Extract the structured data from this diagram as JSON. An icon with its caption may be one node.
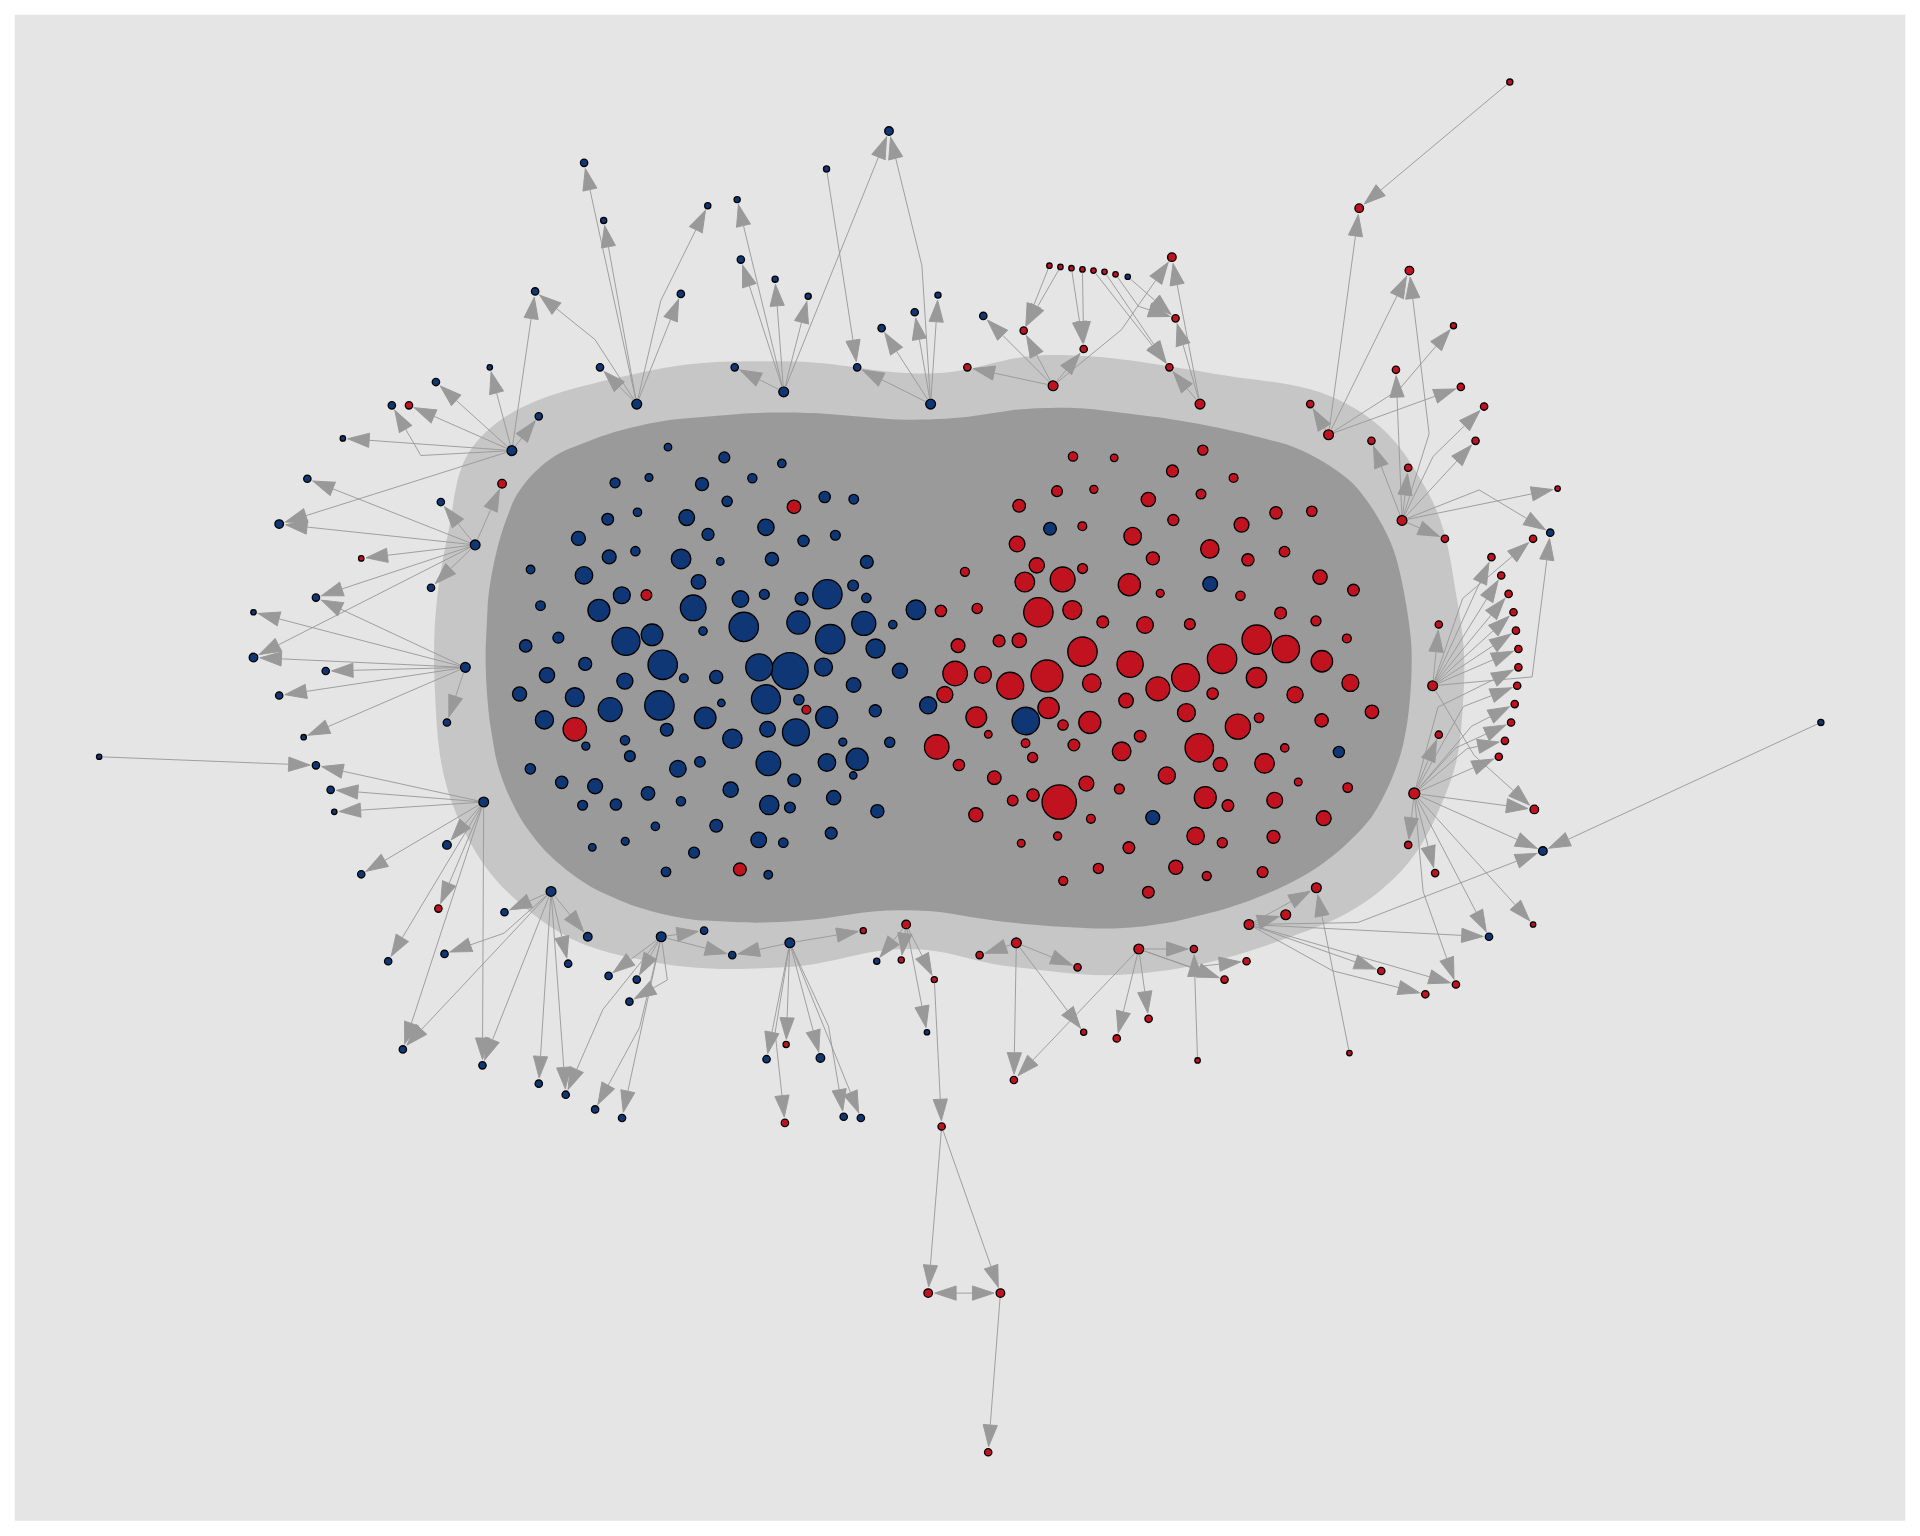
{
  "diagram": {
    "nodes": [
      {
        "text": [],
        "shape": "circle"
      },
      {
        "text": [],
        "shape": "circle"
      },
      {
        "text": [],
        "shape": "circle"
      },
      {
        "text": [],
        "shape": "circle"
      },
      {
        "text": [],
        "shape": "circle"
      },
      {
        "text": [],
        "shape": "circle"
      },
      {
        "text": [],
        "shape": "circle"
      },
      {
        "text": [],
        "shape": "circle"
      },
      {
        "text": [],
        "shape": "circle"
      },
      {
        "text": [],
        "shape": "circle"
      },
      {
        "text": [],
        "shape": "circle"
      },
      {
        "text": [],
        "shape": "circle"
      },
      {
        "text": [],
        "shape": "circle"
      },
      {
        "text": [],
        "shape": "circle"
      },
      {
        "text": [],
        "shape": "circle"
      },
      {
        "text": [],
        "shape": "circle"
      },
      {
        "text": [],
        "shape": "circle"
      },
      {
        "text": [],
        "shape": "circle"
      },
      {
        "text": [],
        "shape": "circle"
      },
      {
        "text": [],
        "shape": "circle"
      },
      {
        "text": [],
        "shape": "circle"
      },
      {
        "text": [],
        "shape": "circle"
      },
      {
        "text": [],
        "shape": "circle"
      },
      {
        "text": [],
        "shape": "circle"
      },
      {
        "text": [],
        "shape": "circle"
      },
      {
        "text": [],
        "shape": "circle"
      },
      {
        "text": [],
        "shape": "circle"
      },
      {
        "text": [],
        "shape": "circle"
      },
      {
        "text": [],
        "shape": "circle"
      },
      {
        "text": [],
        "shape": "circle"
      },
      {
        "text": [],
        "shape": "circle"
      },
      {
        "text": [],
        "shape": "circle"
      },
      {
        "text": [],
        "shape": "circle"
      },
      {
        "text": [],
        "shape": "circle"
      },
      {
        "text": [],
        "shape": "circle"
      },
      {
        "text": [],
        "shape": "circle"
      },
      {
        "text": [],
        "shape": "circle"
      },
      {
        "text": [],
        "shape": "circle"
      },
      {
        "text": [],
        "shape": "circle"
      },
      {
        "text": [],
        "shape": "circle"
      },
      {
        "text": [],
        "shape": "circle"
      },
      {
        "text": [],
        "shape": "circle"
      },
      {
        "text": [],
        "shape": "circle"
      },
      {
        "text": [],
        "shape": "circle"
      },
      {
        "text": [],
        "shape": "circle"
      },
      {
        "text": [],
        "shape": "circle"
      },
      {
        "text": [],
        "shape": "circle"
      },
      {
        "text": [],
        "shape": "circle"
      },
      {
        "text": [],
        "shape": "circle"
      },
      {
        "text": [],
        "shape": "circle"
      },
      {
        "text": [],
        "shape": "circle"
      },
      {
        "text": [],
        "shape": "circle"
      },
      {
        "text": [],
        "shape": "circle"
      },
      {
        "text": [],
        "shape": "circle"
      },
      {
        "text": [],
        "shape": "circle"
      },
      {
        "text": [],
        "shape": "circle"
      },
      {
        "text": [],
        "shape": "circle"
      },
      {
        "text": [],
        "shape": "circle"
      },
      {
        "text": [],
        "shape": "circle"
      },
      {
        "text": [],
        "shape": "circle"
      },
      {
        "text": [],
        "shape": "circle"
      },
      {
        "text": [],
        "shape": "circle"
      },
      {
        "text": [],
        "shape": "circle"
      },
      {
        "text": [],
        "shape": "circle"
      },
      {
        "text": [],
        "shape": "circle"
      },
      {
        "text": [],
        "shape": "circle"
      },
      {
        "text": [],
        "shape": "circle"
      },
      {
        "text": [],
        "shape": "circle"
      },
      {
        "text": [],
        "shape": "circle"
      },
      {
        "text": [],
        "shape": "circle"
      },
      {
        "text": [],
        "shape": "circle"
      },
      {
        "text": [],
        "shape": "circle"
      },
      {
        "text": [],
        "shape": "circle"
      },
      {
        "text": [],
        "shape": "circle"
      },
      {
        "text": [],
        "shape": "circle"
      },
      {
        "text": [],
        "shape": "circle"
      },
      {
        "text": [],
        "shape": "circle"
      },
      {
        "text": [],
        "shape": "circle"
      },
      {
        "text": [],
        "shape": "circle"
      },
      {
        "text": [],
        "shape": "circle"
      },
      {
        "text": [],
        "shape": "circle"
      },
      {
        "text": [],
        "shape": "circle"
      },
      {
        "text": [],
        "shape": "circle"
      },
      {
        "text": [],
        "shape": "circle"
      },
      {
        "text": [],
        "shape": "circle"
      },
      {
        "text": [],
        "shape": "circle"
      },
      {
        "text": [],
        "shape": "circle"
      },
      {
        "text": [],
        "shape": "circle"
      },
      {
        "text": [],
        "shape": "circle"
      },
      {
        "text": [],
        "shape": "circle"
      },
      {
        "text": [],
        "shape": "circle"
      },
      {
        "text": [],
        "shape": "circle"
      },
      {
        "text": [],
        "shape": "circle"
      },
      {
        "text": [],
        "shape": "circle"
      },
      {
        "text": [],
        "shape": "circle"
      },
      {
        "text": [],
        "shape": "circle"
      },
      {
        "text": [],
        "shape": "circle"
      },
      {
        "text": [],
        "shape": "circle"
      },
      {
        "text": [],
        "shape": "circle"
      },
      {
        "text": [],
        "shape": "circle"
      },
      {
        "text": [],
        "shape": "circle"
      },
      {
        "text": [],
        "shape": "circle"
      },
      {
        "text": [],
        "shape": "circle"
      },
      {
        "text": [],
        "shape": "circle"
      },
      {
        "text": [],
        "shape": "circle"
      },
      {
        "text": [],
        "shape": "circle"
      },
      {
        "text": [],
        "shape": "circle"
      },
      {
        "text": [],
        "shape": "circle"
      },
      {
        "text": [],
        "shape": "circle"
      },
      {
        "text": [],
        "shape": "circle"
      },
      {
        "text": [],
        "shape": "circle"
      },
      {
        "text": [],
        "shape": "circle"
      },
      {
        "text": [],
        "shape": "circle"
      },
      {
        "text": [],
        "shape": "circle"
      },
      {
        "text": [],
        "shape": "circle"
      },
      {
        "text": [],
        "shape": "circle"
      },
      {
        "text": [],
        "shape": "circle"
      },
      {
        "text": [],
        "shape": "circle"
      },
      {
        "text": [],
        "shape": "circle"
      },
      {
        "text": [],
        "shape": "circle"
      },
      {
        "text": [],
        "shape": "circle"
      },
      {
        "text": [],
        "shape": "circle"
      },
      {
        "text": [],
        "shape": "circle"
      },
      {
        "text": [],
        "shape": "circle"
      },
      {
        "text": [],
        "shape": "circle"
      },
      {
        "text": [],
        "shape": "circle"
      },
      {
        "text": [],
        "shape": "circle"
      },
      {
        "text": [],
        "shape": "circle"
      },
      {
        "text": [],
        "shape": "circle"
      },
      {
        "text": [],
        "shape": "circle"
      },
      {
        "text": [],
        "shape": "circle"
      },
      {
        "text": [],
        "shape": "circle"
      },
      {
        "text": [],
        "shape": "circle"
      },
      {
        "text": [],
        "shape": "circle"
      },
      {
        "text": [],
        "shape": "circle"
      },
      {
        "text": [],
        "shape": "circle"
      },
      {
        "text": [],
        "shape": "circle"
      },
      {
        "text": [],
        "shape": "circle"
      },
      {
        "text": [],
        "shape": "circle"
      },
      {
        "text": [],
        "shape": "circle"
      },
      {
        "text": [],
        "shape": "circle"
      },
      {
        "text": [],
        "shape": "circle"
      },
      {
        "text": [],
        "shape": "circle"
      },
      {
        "text": [],
        "shape": "circle"
      },
      {
        "text": [],
        "shape": "circle"
      },
      {
        "text": [],
        "shape": "circle"
      },
      {
        "text": [],
        "shape": "circle"
      },
      {
        "text": [],
        "shape": "circle"
      },
      {
        "text": [],
        "shape": "circle"
      },
      {
        "text": [],
        "shape": "circle"
      },
      {
        "text": [],
        "shape": "circle"
      },
      {
        "text": [],
        "shape": "circle"
      },
      {
        "text": [],
        "shape": "circle"
      },
      {
        "text": [],
        "shape": "circle"
      },
      {
        "text": [],
        "shape": "circle"
      },
      {
        "text": [],
        "shape": "circle"
      },
      {
        "text": [],
        "shape": "circle"
      },
      {
        "text": [],
        "shape": "circle"
      },
      {
        "text": [],
        "shape": "circle"
      },
      {
        "text": [],
        "shape": "circle"
      },
      {
        "text": [],
        "shape": "circle"
      },
      {
        "text": [],
        "shape": "circle"
      },
      {
        "text": [],
        "shape": "circle"
      },
      {
        "text": [],
        "shape": "circle"
      },
      {
        "text": [],
        "shape": "circle"
      },
      {
        "text": [],
        "shape": "circle"
      },
      {
        "text": [],
        "shape": "circle"
      },
      {
        "text": [],
        "shape": "circle"
      },
      {
        "text": [],
        "shape": "circle"
      },
      {
        "text": [],
        "shape": "circle"
      },
      {
        "text": [],
        "shape": "circle"
      },
      {
        "text": [],
        "shape": "circle"
      },
      {
        "text": [],
        "shape": "circle"
      },
      {
        "text": [],
        "shape": "circle"
      },
      {
        "text": [],
        "shape": "circle"
      },
      {
        "text": [],
        "shape": "circle"
      },
      {
        "text": [],
        "shape": "circle"
      },
      {
        "text": [],
        "shape": "circle"
      },
      {
        "text": [],
        "shape": "circle"
      },
      {
        "text": [],
        "shape": "circle"
      },
      {
        "text": [],
        "shape": "circle"
      },
      {
        "text": [],
        "shape": "circle"
      },
      {
        "text": [],
        "shape": "circle"
      },
      {
        "text": [],
        "shape": "circle"
      },
      {
        "text": [],
        "shape": "circle"
      },
      {
        "text": [],
        "shape": "circle"
      },
      {
        "text": [],
        "shape": "circle"
      },
      {
        "text": [],
        "shape": "circle"
      },
      {
        "text": [],
        "shape": "circle"
      },
      {
        "text": [],
        "shape": "circle"
      },
      {
        "text": [],
        "shape": "circle"
      },
      {
        "text": [],
        "shape": "circle"
      },
      {
        "text": [],
        "shape": "circle"
      },
      {
        "text": [],
        "shape": "circle"
      },
      {
        "text": [],
        "shape": "circle"
      },
      {
        "text": [],
        "shape": "circle"
      },
      {
        "text": [],
        "shape": "circle"
      },
      {
        "text": [],
        "shape": "circle"
      },
      {
        "text": [],
        "shape": "circle"
      },
      {
        "text": [],
        "shape": "circle"
      },
      {
        "text": [],
        "shape": "circle"
      },
      {
        "text": [],
        "shape": "circle"
      },
      {
        "text": [],
        "shape": "circle"
      },
      {
        "text": [],
        "shape": "circle"
      },
      {
        "text": [],
        "shape": "circle"
      },
      {
        "text": [],
        "shape": "circle"
      },
      {
        "text": [],
        "shape": "circle"
      },
      {
        "text": [],
        "shape": "circle"
      },
      {
        "text": [],
        "shape": "circle"
      },
      {
        "text": [],
        "shape": "circle"
      },
      {
        "text": [],
        "shape": "circle"
      },
      {
        "text": [],
        "shape": "circle"
      },
      {
        "text": [],
        "shape": "circle"
      },
      {
        "text": [],
        "shape": "circle"
      },
      {
        "text": [],
        "shape": "circle"
      },
      {
        "text": [],
        "shape": "circle"
      },
      {
        "text": [],
        "shape": "circle"
      },
      {
        "text": [],
        "shape": "circle"
      },
      {
        "text": [],
        "shape": "circle"
      },
      {
        "text": [],
        "shape": "circle"
      },
      {
        "text": [],
        "shape": "circle"
      },
      {
        "text": [],
        "shape": "circle"
      },
      {
        "text": [],
        "shape": "circle"
      },
      {
        "text": [],
        "shape": "circle"
      },
      {
        "text": [],
        "shape": "circle"
      },
      {
        "text": [],
        "shape": "circle"
      },
      {
        "text": [],
        "shape": "circle"
      },
      {
        "text": [],
        "shape": "circle"
      },
      {
        "text": [],
        "shape": "circle"
      },
      {
        "text": [],
        "shape": "circle"
      },
      {
        "text": [],
        "shape": "circle"
      },
      {
        "text": [],
        "shape": "circle"
      },
      {
        "text": [],
        "shape": "circle"
      },
      {
        "text": [],
        "shape": "circle"
      },
      {
        "text": [],
        "shape": "circle"
      },
      {
        "text": [],
        "shape": "circle"
      },
      {
        "text": [],
        "shape": "circle"
      },
      {
        "text": [],
        "shape": "circle"
      },
      {
        "text": [],
        "shape": "circle"
      },
      {
        "text": [],
        "shape": "circle"
      },
      {
        "text": [],
        "shape": "circle"
      },
      {
        "text": [],
        "shape": "circle"
      },
      {
        "text": [],
        "shape": "circle"
      },
      {
        "text": [],
        "shape": "circle"
      },
      {
        "text": [],
        "shape": "circle"
      },
      {
        "text": [],
        "shape": "circle"
      },
      {
        "text": [],
        "shape": "circle"
      },
      {
        "text": [],
        "shape": "circle"
      },
      {
        "text": [],
        "shape": "circle"
      },
      {
        "text": [],
        "shape": "circle"
      },
      {
        "text": [],
        "shape": "circle"
      },
      {
        "text": [],
        "shape": "circle"
      },
      {
        "text": [],
        "shape": "circle"
      },
      {
        "text": [],
        "shape": "circle"
      },
      {
        "text": [],
        "shape": "circle"
      },
      {
        "text": [],
        "shape": "circle"
      },
      {
        "text": [],
        "shape": "circle"
      },
      {
        "text": [],
        "shape": "circle"
      },
      {
        "text": [],
        "shape": "circle"
      },
      {
        "text": [],
        "shape": "circle"
      },
      {
        "text": [],
        "shape": "circle"
      },
      {
        "text": [],
        "shape": "circle"
      },
      {
        "text": [],
        "shape": "circle"
      },
      {
        "text": [],
        "shape": "circle"
      },
      {
        "text": [],
        "shape": "circle"
      },
      {
        "text": [],
        "shape": "circle"
      },
      {
        "text": [],
        "shape": "circle"
      },
      {
        "text": [],
        "shape": "circle"
      },
      {
        "text": [],
        "shape": "circle"
      },
      {
        "text": [],
        "shape": "circle"
      },
      {
        "text": [],
        "shape": "circle"
      },
      {
        "text": [],
        "shape": "circle"
      },
      {
        "text": [],
        "shape": "circle"
      },
      {
        "text": [],
        "shape": "circle"
      },
      {
        "text": [],
        "shape": "circle"
      },
      {
        "text": [],
        "shape": "circle"
      },
      {
        "text": [],
        "shape": "circle"
      },
      {
        "text": [],
        "shape": "circle"
      },
      {
        "text": [],
        "shape": "circle"
      },
      {
        "text": [],
        "shape": "circle"
      },
      {
        "text": [],
        "shape": "circle"
      },
      {
        "text": [],
        "shape": "circle"
      },
      {
        "text": [],
        "shape": "circle"
      },
      {
        "text": [],
        "shape": "circle"
      },
      {
        "text": [],
        "shape": "circle"
      },
      {
        "text": [],
        "shape": "circle"
      },
      {
        "text": [],
        "shape": "circle"
      },
      {
        "text": [],
        "shape": "circle"
      },
      {
        "text": [],
        "shape": "circle"
      },
      {
        "text": [],
        "shape": "circle"
      },
      {
        "text": [],
        "shape": "circle"
      },
      {
        "text": [],
        "shape": "circle"
      },
      {
        "text": [],
        "shape": "circle"
      },
      {
        "text": [],
        "shape": "circle"
      },
      {
        "text": [],
        "shape": "circle"
      },
      {
        "text": [],
        "shape": "circle"
      },
      {
        "text": [],
        "shape": "circle"
      },
      {
        "text": [],
        "shape": "circle"
      },
      {
        "text": [],
        "shape": "circle"
      },
      {
        "text": [],
        "shape": "circle"
      },
      {
        "text": [],
        "shape": "circle"
      },
      {
        "text": [],
        "shape": "circle"
      },
      {
        "text": [],
        "shape": "circle"
      },
      {
        "text": [],
        "shape": "circle"
      },
      {
        "text": [],
        "shape": "circle"
      },
      {
        "text": [],
        "shape": "circle"
      },
      {
        "text": [],
        "shape": "circle"
      },
      {
        "text": [],
        "shape": "circle"
      },
      {
        "text": [],
        "shape": "circle"
      },
      {
        "text": [],
        "shape": "circle"
      },
      {
        "text": [],
        "shape": "circle"
      },
      {
        "text": [],
        "shape": "circle"
      },
      {
        "text": [],
        "shape": "circle"
      },
      {
        "text": [],
        "shape": "circle"
      },
      {
        "text": [],
        "shape": "circle"
      },
      {
        "text": [],
        "shape": "circle"
      },
      {
        "text": [],
        "shape": "circle"
      },
      {
        "text": [],
        "shape": "circle"
      },
      {
        "text": [],
        "shape": "circle"
      },
      {
        "text": [],
        "shape": "circle"
      },
      {
        "text": [],
        "shape": "circle"
      },
      {
        "text": [],
        "shape": "circle"
      },
      {
        "text": [],
        "shape": "circle"
      },
      {
        "text": [],
        "shape": "circle"
      },
      {
        "text": [],
        "shape": "circle"
      },
      {
        "text": [],
        "shape": "circle"
      },
      {
        "text": [],
        "shape": "circle"
      },
      {
        "text": [],
        "shape": "circle"
      },
      {
        "text": [],
        "shape": "circle"
      },
      {
        "text": [],
        "shape": "circle"
      },
      {
        "text": [],
        "shape": "circle"
      },
      {
        "text": [],
        "shape": "circle"
      },
      {
        "text": [],
        "shape": "circle"
      },
      {
        "text": [],
        "shape": "circle"
      },
      {
        "text": [],
        "shape": "circle"
      },
      {
        "text": [],
        "shape": "circle"
      },
      {
        "text": [],
        "shape": "circle"
      },
      {
        "text": [],
        "shape": "circle"
      },
      {
        "text": [],
        "shape": "circle"
      },
      {
        "text": [],
        "shape": "circle"
      },
      {
        "text": [],
        "shape": "circle"
      },
      {
        "text": [],
        "shape": "circle"
      },
      {
        "text": [],
        "shape": "circle"
      },
      {
        "text": [],
        "shape": "circle"
      },
      {
        "text": [],
        "shape": "circle"
      },
      {
        "text": [],
        "shape": "circle"
      },
      {
        "text": [],
        "shape": "circle"
      },
      {
        "text": [],
        "shape": "circle"
      },
      {
        "text": [],
        "shape": "circle"
      },
      {
        "text": [],
        "shape": "circle"
      },
      {
        "text": [],
        "shape": "circle"
      },
      {
        "text": [],
        "shape": "circle"
      },
      {
        "text": [],
        "shape": "circle"
      },
      {
        "text": [],
        "shape": "circle"
      },
      {
        "text": [],
        "shape": "circle"
      },
      {
        "text": [],
        "shape": "circle"
      },
      {
        "text": [],
        "shape": "circle"
      },
      {
        "text": [],
        "shape": "circle"
      },
      {
        "text": [],
        "shape": "circle"
      },
      {
        "text": [],
        "shape": "circle"
      },
      {
        "text": [],
        "shape": "circle"
      },
      {
        "text": [],
        "shape": "circle"
      },
      {
        "text": [],
        "shape": "circle"
      },
      {
        "text": [],
        "shape": "circle"
      },
      {
        "text": [],
        "shape": "circle"
      },
      {
        "text": [],
        "shape": "circle"
      },
      {
        "text": [],
        "shape": "circle"
      },
      {
        "text": [],
        "shape": "circle"
      },
      {
        "text": [],
        "shape": "circle"
      },
      {
        "text": [],
        "shape": "circle"
      },
      {
        "text": [],
        "shape": "circle"
      },
      {
        "text": [],
        "shape": "circle"
      },
      {
        "text": [],
        "shape": "circle"
      },
      {
        "text": [],
        "shape": "circle"
      },
      {
        "text": [],
        "shape": "circle"
      },
      {
        "text": [],
        "shape": "circle"
      },
      {
        "text": [],
        "shape": "circle"
      },
      {
        "text": [],
        "shape": "circle"
      },
      {
        "text": [],
        "shape": "circle"
      },
      {
        "text": [],
        "shape": "circle"
      },
      {
        "text": [],
        "shape": "circle"
      },
      {
        "text": [],
        "shape": "circle"
      },
      {
        "text": [],
        "shape": "circle"
      },
      {
        "text": [],
        "shape": "circle"
      },
      {
        "text": [],
        "shape": "circle"
      },
      {
        "text": [],
        "shape": "circle"
      },
      {
        "text": [],
        "shape": "circle"
      },
      {
        "text": [],
        "shape": "circle"
      },
      {
        "text": [],
        "shape": "circle"
      },
      {
        "text": [],
        "shape": "circle"
      },
      {
        "text": [],
        "shape": "circle"
      },
      {
        "text": [],
        "shape": "circle"
      }
    ],
    "edges": [
      {
        "from": 17,
        "to": 35,
        "arrow": "to"
      },
      {
        "from": 19,
        "to": 36,
        "arrow": "to"
      },
      {
        "from": 37,
        "to": 172,
        "arrow": "to"
      },
      {
        "from": 18,
        "to": 38,
        "arrow": "to"
      },
      {
        "from": 19,
        "to": 39,
        "arrow": "to"
      },
      {
        "from": 19,
        "to": 40,
        "arrow": "to"
      },
      {
        "from": 18,
        "to": 41,
        "arrow": "to"
      },
      {
        "from": 19,
        "to": 42,
        "arrow": "to"
      },
      {
        "from": 0,
        "to": 43,
        "arrow": "to"
      },
      {
        "from": 18,
        "to": 44,
        "arrow": "to"
      },
      {
        "from": 18,
        "to": 45,
        "arrow": "to"
      },
      {
        "from": 17,
        "to": 46,
        "arrow": "to"
      },
      {
        "from": 17,
        "to": 47,
        "arrow": "to"
      },
      {
        "from": 17,
        "to": 48,
        "arrow": "to"
      },
      {
        "from": 16,
        "to": 49,
        "arrow": "to"
      },
      {
        "from": 16,
        "to": 50,
        "arrow": "to"
      },
      {
        "from": 15,
        "to": 51,
        "arrow": "to"
      },
      {
        "from": 52,
        "to": 50,
        "arrow": "to"
      },
      {
        "from": 53,
        "to": 50,
        "arrow": "to"
      },
      {
        "from": 54,
        "to": 170,
        "arrow": "to"
      },
      {
        "from": 55,
        "to": 170,
        "arrow": "to"
      },
      {
        "from": 56,
        "to": 169,
        "arrow": "to"
      },
      {
        "from": 57,
        "to": 169,
        "arrow": "to"
      },
      {
        "from": 58,
        "to": 60,
        "arrow": "to"
      },
      {
        "from": 59,
        "to": 60,
        "arrow": "to"
      },
      {
        "from": 15,
        "to": 60,
        "arrow": "to"
      },
      {
        "from": 62,
        "to": 61,
        "arrow": "to"
      },
      {
        "from": 14,
        "to": 61,
        "arrow": "to"
      },
      {
        "from": 14,
        "to": 63,
        "arrow": "to"
      },
      {
        "from": 14,
        "to": 64,
        "arrow": "to"
      },
      {
        "from": 13,
        "to": 65,
        "arrow": "to"
      },
      {
        "from": 13,
        "to": 66,
        "arrow": "to"
      },
      {
        "from": 13,
        "to": 67,
        "arrow": "to"
      },
      {
        "from": 14,
        "to": 68,
        "arrow": "to"
      },
      {
        "from": 13,
        "to": 69,
        "arrow": "to"
      },
      {
        "from": 13,
        "to": 70,
        "arrow": "to"
      },
      {
        "from": 12,
        "to": 71,
        "arrow": "to"
      },
      {
        "from": 12,
        "to": 72,
        "arrow": "to"
      },
      {
        "from": 12,
        "to": 73,
        "arrow": "to"
      },
      {
        "from": 12,
        "to": 74,
        "arrow": "to"
      },
      {
        "from": 12,
        "to": 75,
        "arrow": "to"
      },
      {
        "from": 12,
        "to": 76,
        "arrow": "to"
      },
      {
        "from": 12,
        "to": 77,
        "arrow": "to"
      },
      {
        "from": 12,
        "to": 78,
        "arrow": "to"
      },
      {
        "from": 11,
        "to": 79,
        "arrow": "to"
      },
      {
        "from": 11,
        "to": 80,
        "arrow": "to"
      },
      {
        "from": 11,
        "to": 81,
        "arrow": "to"
      },
      {
        "from": 11,
        "to": 82,
        "arrow": "to"
      },
      {
        "from": 11,
        "to": 83,
        "arrow": "to"
      },
      {
        "from": 11,
        "to": 84,
        "arrow": "to"
      },
      {
        "from": 11,
        "to": 85,
        "arrow": "to"
      },
      {
        "from": 11,
        "to": 86,
        "arrow": "to"
      },
      {
        "from": 87,
        "to": 86,
        "arrow": "to"
      },
      {
        "from": 11,
        "to": 88,
        "arrow": "to"
      },
      {
        "from": 11,
        "to": 89,
        "arrow": "to"
      },
      {
        "from": 10,
        "to": 90,
        "arrow": "to"
      },
      {
        "from": 10,
        "to": 91,
        "arrow": "to"
      },
      {
        "from": 11,
        "to": 92,
        "arrow": "to"
      },
      {
        "from": 10,
        "to": 93,
        "arrow": "to"
      },
      {
        "from": 94,
        "to": 162,
        "arrow": "to"
      },
      {
        "from": 95,
        "to": 161,
        "arrow": "to"
      },
      {
        "from": 10,
        "to": 96,
        "arrow": "to"
      },
      {
        "from": 9,
        "to": 97,
        "arrow": "to"
      },
      {
        "from": 9,
        "to": 98,
        "arrow": "to"
      },
      {
        "from": 9,
        "to": 99,
        "arrow": "to"
      },
      {
        "from": 8,
        "to": 100,
        "arrow": "to"
      },
      {
        "from": 9,
        "to": 101,
        "arrow": "to"
      },
      {
        "from": 8,
        "to": 102,
        "arrow": "to"
      },
      {
        "from": 7,
        "to": 103,
        "arrow": "to"
      },
      {
        "from": 103,
        "to": 104,
        "arrow": "to"
      },
      {
        "from": 104,
        "to": 105,
        "arrow": "to"
      },
      {
        "from": 104,
        "to": 106,
        "arrow": "to"
      },
      {
        "from": 105,
        "to": 106,
        "arrow": "both"
      },
      {
        "from": 106,
        "to": 107,
        "arrow": "to"
      },
      {
        "from": 7,
        "to": 108,
        "arrow": "to"
      },
      {
        "from": 7,
        "to": 109,
        "arrow": "to"
      },
      {
        "from": 7,
        "to": 110,
        "arrow": "to"
      },
      {
        "from": 6,
        "to": 111,
        "arrow": "to"
      },
      {
        "from": 6,
        "to": 112,
        "arrow": "to"
      },
      {
        "from": 6,
        "to": 113,
        "arrow": "to"
      },
      {
        "from": 6,
        "to": 114,
        "arrow": "to"
      },
      {
        "from": 6,
        "to": 115,
        "arrow": "to"
      },
      {
        "from": 6,
        "to": 116,
        "arrow": "to"
      },
      {
        "from": 5,
        "to": 117,
        "arrow": "to"
      },
      {
        "from": 5,
        "to": 118,
        "arrow": "to"
      },
      {
        "from": 5,
        "to": 119,
        "arrow": "to"
      },
      {
        "from": 4,
        "to": 120,
        "arrow": "to"
      },
      {
        "from": 4,
        "to": 121,
        "arrow": "to"
      },
      {
        "from": 4,
        "to": 122,
        "arrow": "to"
      },
      {
        "from": 4,
        "to": 123,
        "arrow": "to"
      },
      {
        "from": 5,
        "to": 124,
        "arrow": "to"
      },
      {
        "from": 5,
        "to": 125,
        "arrow": "to"
      },
      {
        "from": 4,
        "to": 126,
        "arrow": "to"
      },
      {
        "from": 4,
        "to": 127,
        "arrow": "to"
      },
      {
        "from": 3,
        "to": 128,
        "arrow": "to"
      },
      {
        "from": 3,
        "to": 129,
        "arrow": "to"
      },
      {
        "from": 3,
        "to": 130,
        "arrow": "to"
      },
      {
        "from": 3,
        "to": 131,
        "arrow": "to"
      },
      {
        "from": 3,
        "to": 132,
        "arrow": "to"
      },
      {
        "from": 3,
        "to": 133,
        "arrow": "to"
      },
      {
        "from": 134,
        "to": 133,
        "arrow": "to"
      },
      {
        "from": 2,
        "to": 135,
        "arrow": "to"
      },
      {
        "from": 2,
        "to": 136,
        "arrow": "to"
      },
      {
        "from": 2,
        "to": 137,
        "arrow": "to"
      },
      {
        "from": 2,
        "to": 138,
        "arrow": "to"
      },
      {
        "from": 2,
        "to": 139,
        "arrow": "to"
      },
      {
        "from": 1,
        "to": 140,
        "arrow": "to"
      },
      {
        "from": 1,
        "to": 141,
        "arrow": "to"
      },
      {
        "from": 1,
        "to": 142,
        "arrow": "to"
      },
      {
        "from": 1,
        "to": 143,
        "arrow": "to"
      },
      {
        "from": 0,
        "to": 144,
        "arrow": "to"
      },
      {
        "from": 0,
        "to": 145,
        "arrow": "to"
      },
      {
        "from": 0,
        "to": 146,
        "arrow": "to"
      },
      {
        "from": 0,
        "to": 147,
        "arrow": "to"
      },
      {
        "from": 0,
        "to": 148,
        "arrow": "to"
      },
      {
        "from": 1,
        "to": 149,
        "arrow": "to"
      },
      {
        "from": 1,
        "to": 150,
        "arrow": "to"
      },
      {
        "from": 1,
        "to": 151,
        "arrow": "to"
      },
      {
        "from": 2,
        "to": 152,
        "arrow": "to"
      },
      {
        "from": 3,
        "to": 153,
        "arrow": "to"
      },
      {
        "from": 4,
        "to": 154,
        "arrow": "to"
      },
      {
        "from": 4,
        "to": 155,
        "arrow": "to"
      },
      {
        "from": 5,
        "to": 156,
        "arrow": "to"
      },
      {
        "from": 5,
        "to": 157,
        "arrow": "to"
      },
      {
        "from": 6,
        "to": 158,
        "arrow": "to"
      },
      {
        "from": 8,
        "to": 159,
        "arrow": "to"
      },
      {
        "from": 8,
        "to": 160,
        "arrow": "to"
      },
      {
        "from": 9,
        "to": 161,
        "arrow": "to"
      },
      {
        "from": 10,
        "to": 162,
        "arrow": "to"
      },
      {
        "from": 11,
        "to": 163,
        "arrow": "to"
      },
      {
        "from": 11,
        "to": 164,
        "arrow": "to"
      },
      {
        "from": 12,
        "to": 165,
        "arrow": "to"
      },
      {
        "from": 13,
        "to": 166,
        "arrow": "to"
      },
      {
        "from": 13,
        "to": 167,
        "arrow": "to"
      },
      {
        "from": 14,
        "to": 168,
        "arrow": "to"
      },
      {
        "from": 15,
        "to": 169,
        "arrow": "to"
      },
      {
        "from": 16,
        "to": 170,
        "arrow": "to"
      },
      {
        "from": 16,
        "to": 171,
        "arrow": "to"
      },
      {
        "from": 17,
        "to": 172,
        "arrow": "to"
      },
      {
        "from": 18,
        "to": 173,
        "arrow": "to"
      },
      {
        "from": 19,
        "to": 174,
        "arrow": "to"
      },
      {
        "from": 0,
        "to": 175,
        "arrow": "to"
      },
      {
        "from": 18,
        "to": 35,
        "arrow": "to"
      },
      {
        "from": 16,
        "to": 51,
        "arrow": "to"
      },
      {
        "from": 13,
        "to": 63,
        "arrow": "to"
      },
      {
        "from": 12,
        "to": 85,
        "arrow": "to"
      },
      {
        "from": 10,
        "to": 86,
        "arrow": "to"
      },
      {
        "from": 3,
        "to": 122,
        "arrow": "to"
      },
      {
        "from": 1,
        "to": 138,
        "arrow": "to"
      },
      {
        "from": 0,
        "to": 142,
        "arrow": "to"
      },
      {
        "from": 3,
        "to": 123,
        "arrow": "to"
      },
      {
        "from": 11,
        "to": 90,
        "arrow": "to"
      },
      {
        "from": 10,
        "to": 88,
        "arrow": "to"
      },
      {
        "from": 13,
        "to": 71,
        "arrow": "to"
      },
      {
        "from": 2,
        "to": 140,
        "arrow": "to"
      },
      {
        "from": 5,
        "to": 120,
        "arrow": "to"
      },
      {
        "from": 19,
        "to": 43,
        "arrow": "to"
      },
      {
        "from": 9,
        "to": 102,
        "arrow": "to"
      },
      {
        "from": 6,
        "to": 117,
        "arrow": "to"
      }
    ]
  }
}
